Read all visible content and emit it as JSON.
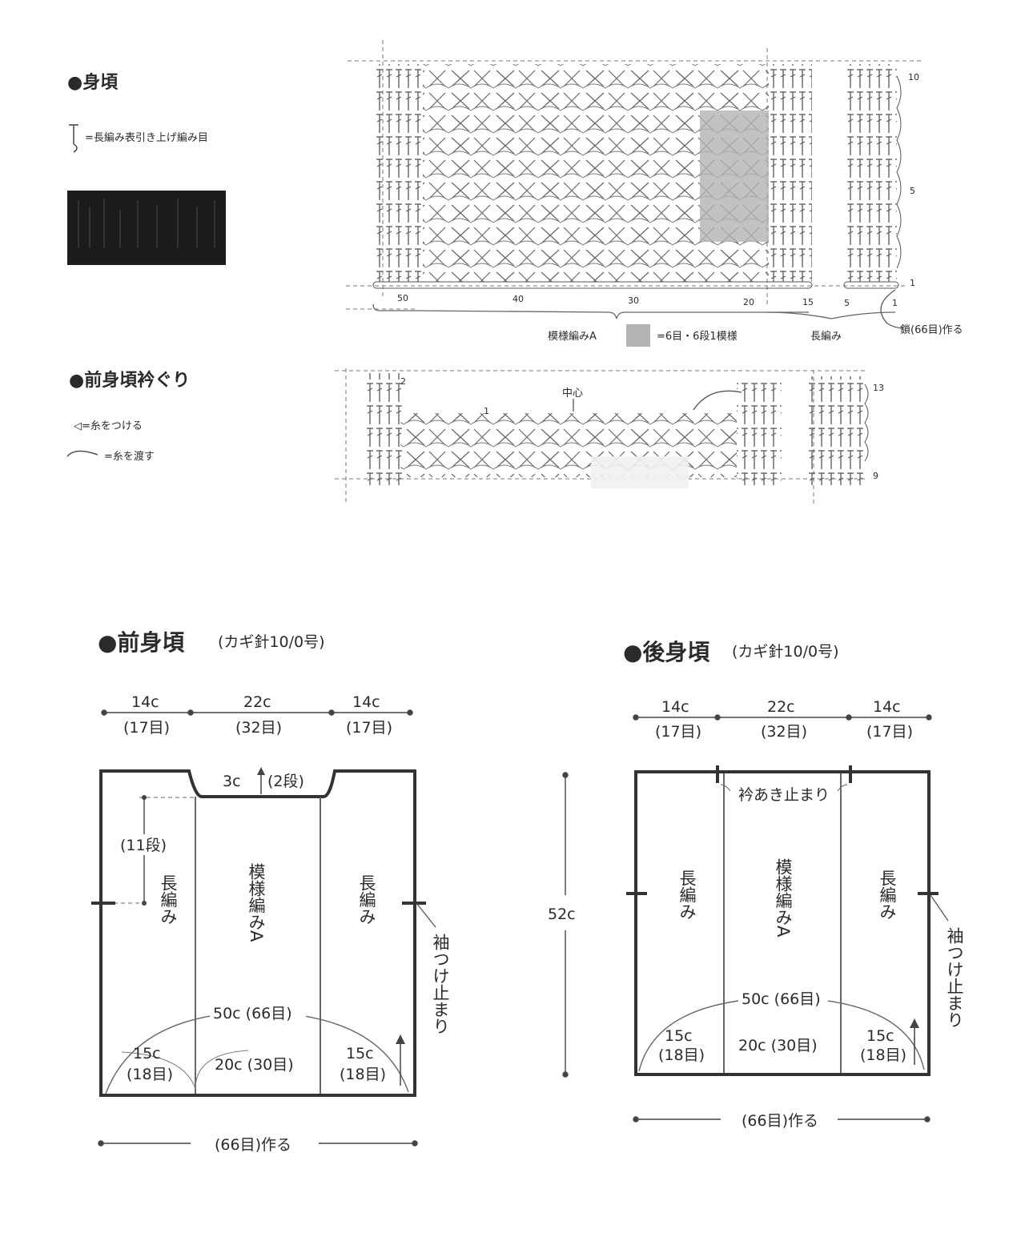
{
  "body_section": {
    "title": "●身頃",
    "symbol_legend": "=長編み表引き上げ編み目",
    "axis_labels": [
      "50",
      "40",
      "30",
      "20",
      "15",
      "5",
      "1"
    ],
    "row_labels": [
      "10",
      "5",
      "1"
    ],
    "pattern_label": "模様編みA",
    "shade_legend": "=6目・6段1模様",
    "dc_label": "長編み",
    "chain_note": "鎖(66目)作る"
  },
  "neck_section": {
    "title": "●前身頃衿ぐり",
    "attach_legend": "◁=糸をつける",
    "cut_legend": "=糸を渡す",
    "center_label": "中心",
    "row_labels": [
      "2",
      "13",
      "9",
      "1"
    ]
  },
  "front": {
    "title": "●前身頃",
    "hook": "(カギ針10/0号)",
    "top_widths": [
      "14c",
      "22c",
      "14c"
    ],
    "top_counts": [
      "(17目)",
      "(32目)",
      "(17目)"
    ],
    "neck_depth": "3c",
    "neck_rows": "(2段)",
    "side_rows": "(11段)",
    "left_panel": "長編み",
    "center_panel": "模様編みA",
    "right_panel": "長編み",
    "total": "50c (66目)",
    "left_bottom": "15c",
    "left_bottom_count": "(18目)",
    "center_bottom": "20c (30目)",
    "right_bottom": "15c",
    "right_bottom_count": "(18目)",
    "sleeve_note": "袖つけ止まり",
    "chain": "(66目)作る"
  },
  "back": {
    "title": "●後身頃",
    "hook": "(カギ針10/0号)",
    "top_widths": [
      "14c",
      "22c",
      "14c"
    ],
    "top_counts": [
      "(17目)",
      "(32目)",
      "(17目)"
    ],
    "neck_note": "衿あき止まり",
    "height": "52c",
    "left_panel": "長編み",
    "center_panel": "模様編みA",
    "right_panel": "長編み",
    "total": "50c (66目)",
    "left_bottom": "15c",
    "left_bottom_count": "(18目)",
    "center_bottom": "20c (30目)",
    "right_bottom": "15c",
    "right_bottom_count": "(18目)",
    "sleeve_note": "袖つけ止まり",
    "chain": "(66目)作る"
  }
}
